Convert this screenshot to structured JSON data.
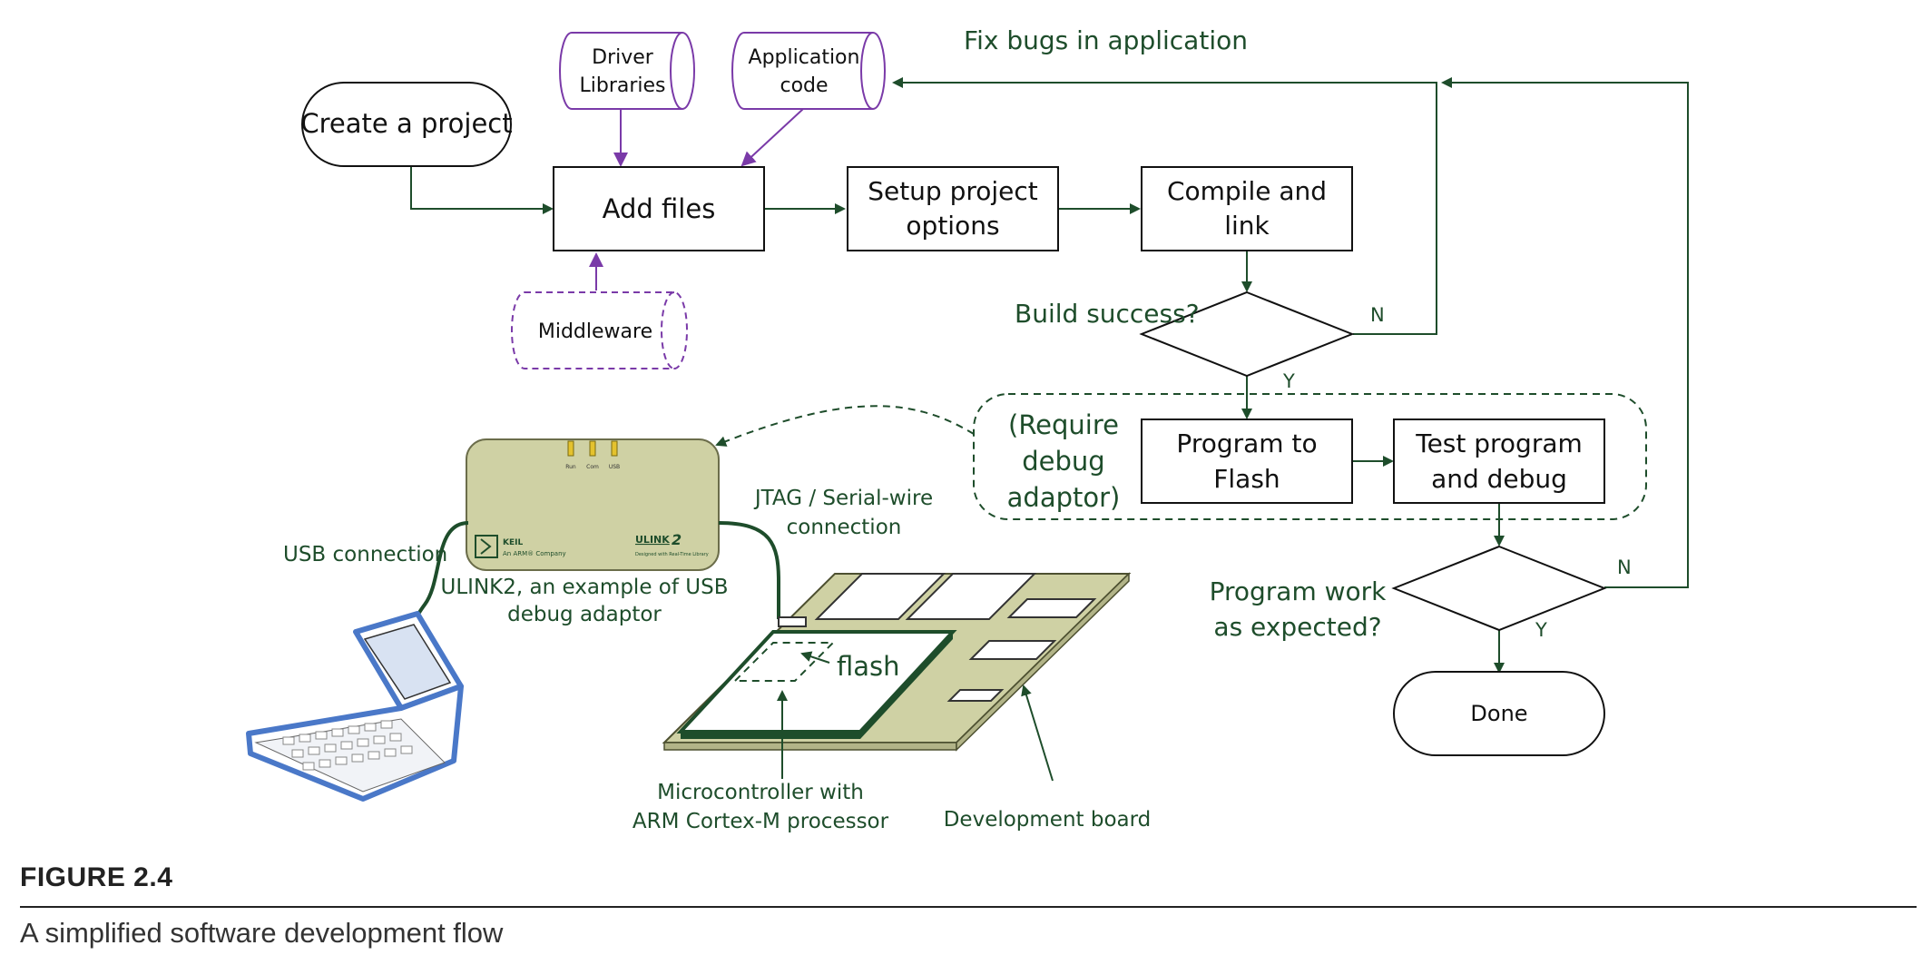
{
  "colors": {
    "green": "#1e4d2b",
    "purple": "#7a3aa8",
    "board": "#cfd1a4",
    "laptop": "#4a78c8",
    "black": "#111111"
  },
  "nodes": {
    "create_project": "Create a project",
    "driver_libraries": [
      "Driver",
      "Libraries"
    ],
    "application_code": [
      "Application",
      "code"
    ],
    "add_files": "Add files",
    "middleware": "Middleware",
    "setup_options": [
      "Setup project",
      "options"
    ],
    "compile_link": [
      "Compile and",
      "link"
    ],
    "program_flash": [
      "Program to",
      "Flash"
    ],
    "test_debug": [
      "Test program",
      "and debug"
    ],
    "done": "Done"
  },
  "labels": {
    "fix_bugs": "Fix bugs in application",
    "build_success": "Build success?",
    "program_work": [
      "Program work",
      "as expected?"
    ],
    "require_debug": [
      "(Require",
      "debug",
      "adaptor)"
    ],
    "n1": "N",
    "y1": "Y",
    "n2": "N",
    "y2": "Y",
    "usb_connection": "USB connection",
    "jtag": [
      "JTAG / Serial-wire",
      "connection"
    ],
    "ulink_caption": [
      "ULINK2, an example of USB",
      "debug adaptor"
    ],
    "flash": "flash",
    "microcontroller": [
      "Microcontroller with",
      "ARM Cortex-M processor"
    ],
    "dev_board": "Development board"
  },
  "ulink": {
    "brand": "KEIL",
    "brand_sub": "An ARM® Company",
    "model": "ULINK",
    "model_num": "2",
    "model_sub": "Designed with Real-Time Library",
    "leds": [
      "Run",
      "Com",
      "USB"
    ]
  },
  "figure": {
    "label": "FIGURE 2.4",
    "caption": "A simplified software development flow"
  }
}
